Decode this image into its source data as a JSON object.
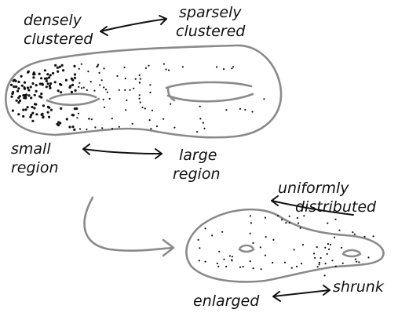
{
  "labels": {
    "densely": "densely",
    "clustered_left": "clustered",
    "sparsely": "sparsely",
    "clustered_right": "clustered",
    "small": "small",
    "region_left": "region",
    "large": "large",
    "region_right": "region",
    "uniformly": "uniformly",
    "distributed": "distributed",
    "enlarged": "enlarged",
    "shrunk": "shrunk"
  },
  "colors": {
    "outline": "#8a8a8a",
    "ink": "#111111",
    "background": "#ffffff"
  }
}
